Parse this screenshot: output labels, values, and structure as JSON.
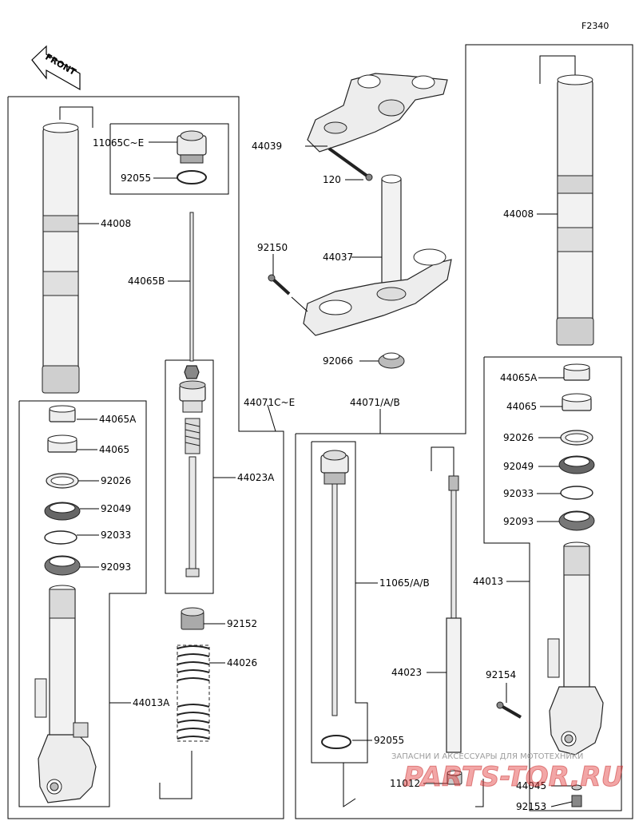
{
  "figure_code": "F2340",
  "front_arrow_label": "FRONT",
  "watermark": {
    "line1": "ЗАПАСНИ И АКСЕССУАРЫ ДЛЯ МОТОТЕХНИКИ",
    "line2": "PARTS-TOR.RU"
  },
  "callouts": {
    "c11065CE": "11065C~E",
    "c92055_top": "92055",
    "c44008_left": "44008",
    "c44065B": "44065B",
    "c44071CE": "44071C~E",
    "c44065A_left": "44065A",
    "c44065_left": "44065",
    "c92026_left": "92026",
    "c92049_left": "92049",
    "c92033_left": "92033",
    "c92093_left": "92093",
    "c44023A": "44023A",
    "c92152": "92152",
    "c44026": "44026",
    "c44013A": "44013A",
    "c44039": "44039",
    "c120": "120",
    "c92150": "92150",
    "c44037": "44037",
    "c92066": "92066",
    "c44071AB": "44071/A/B",
    "c44008_right": "44008",
    "c44065A_right": "44065A",
    "c44065_right": "44065",
    "c92026_right": "92026",
    "c92049_right": "92049",
    "c92033_right": "92033",
    "c92093_right": "92093",
    "c44013": "44013",
    "c11065AB": "11065/A/B",
    "c44023": "44023",
    "c92154": "92154",
    "c92055_bottom": "92055",
    "c11012": "11012",
    "c44045": "44045",
    "c92153": "92153"
  }
}
